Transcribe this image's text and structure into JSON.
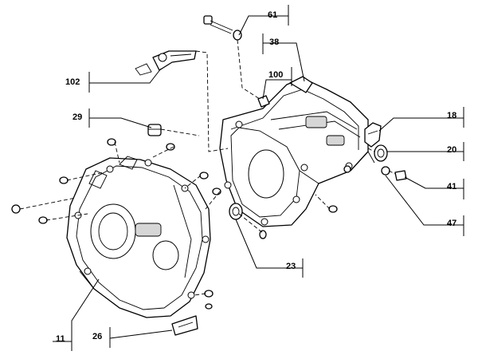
{
  "diagram": {
    "callouts": [
      {
        "id": "61",
        "text": "61"
      },
      {
        "id": "38",
        "text": "38"
      },
      {
        "id": "100",
        "text": "100"
      },
      {
        "id": "102",
        "text": "102"
      },
      {
        "id": "29",
        "text": "29"
      },
      {
        "id": "18",
        "text": "18"
      },
      {
        "id": "20",
        "text": "20"
      },
      {
        "id": "41",
        "text": "41"
      },
      {
        "id": "47",
        "text": "47"
      },
      {
        "id": "23",
        "text": "23"
      },
      {
        "id": "11",
        "text": "11"
      },
      {
        "id": "26",
        "text": "26"
      }
    ]
  }
}
